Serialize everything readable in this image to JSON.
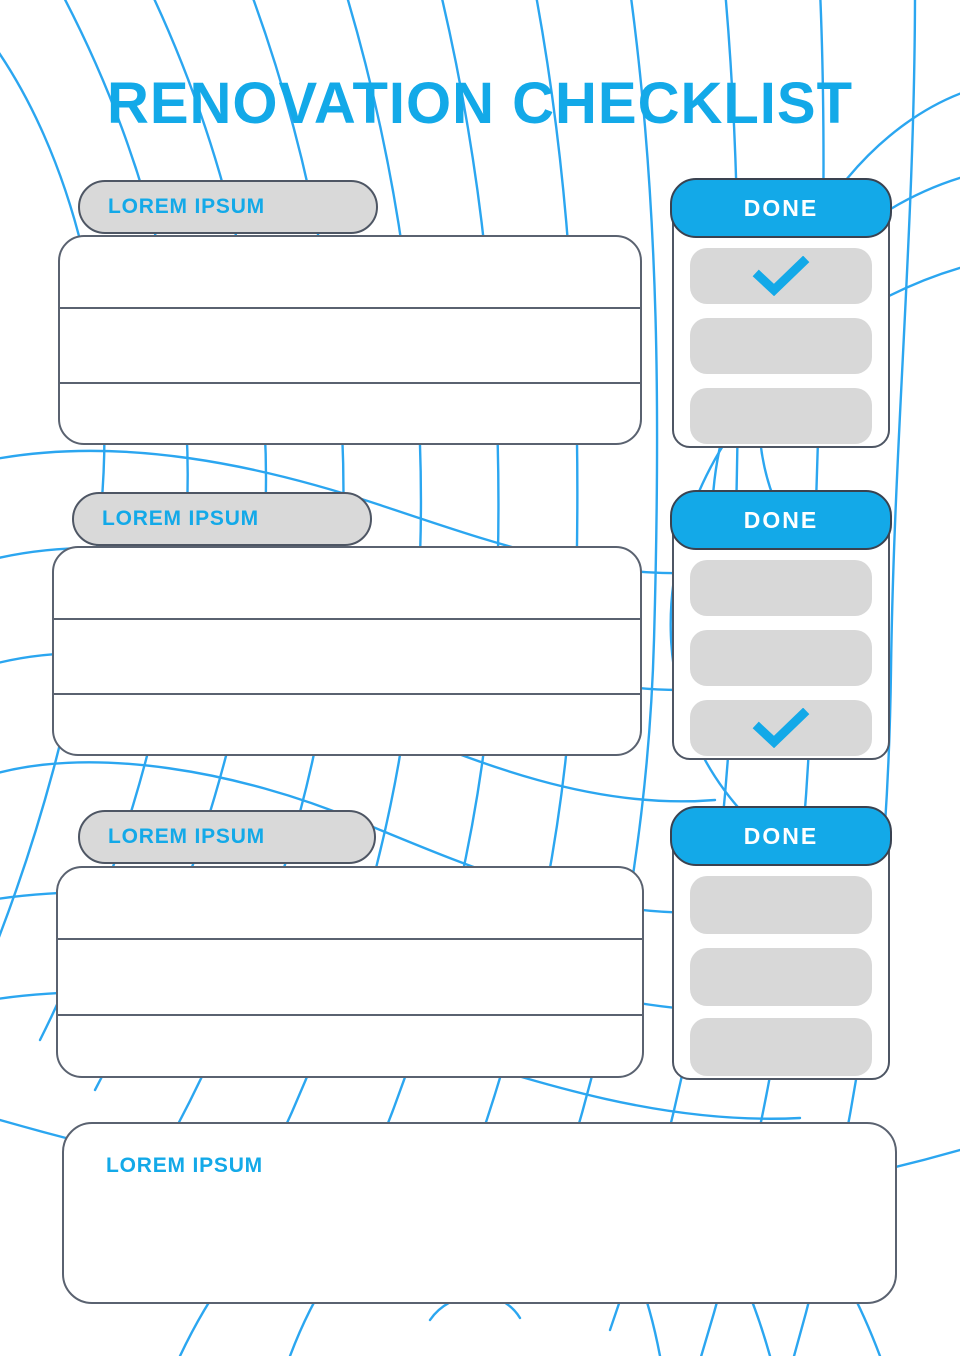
{
  "page": {
    "title": "RENOVATION CHECKLIST",
    "background_color": "#FFFFFF",
    "accent_color": "#13A9E8",
    "border_color": "#5A6270",
    "checkbox_color": "#D8D8D8",
    "pill_color": "#D9D9D9"
  },
  "groups": [
    {
      "label": "LOREM IPSUM",
      "done_header": "DONE",
      "lines": 3,
      "checkboxes": [
        {
          "checked": true
        },
        {
          "checked": false
        },
        {
          "checked": false
        }
      ]
    },
    {
      "label": "LOREM IPSUM",
      "done_header": "DONE",
      "lines": 3,
      "checkboxes": [
        {
          "checked": false
        },
        {
          "checked": false
        },
        {
          "checked": true
        }
      ]
    },
    {
      "label": "LOREM IPSUM",
      "done_header": "DONE",
      "lines": 3,
      "checkboxes": [
        {
          "checked": false
        },
        {
          "checked": false
        },
        {
          "checked": false
        }
      ]
    }
  ],
  "notes": {
    "label": "LOREM IPSUM"
  }
}
